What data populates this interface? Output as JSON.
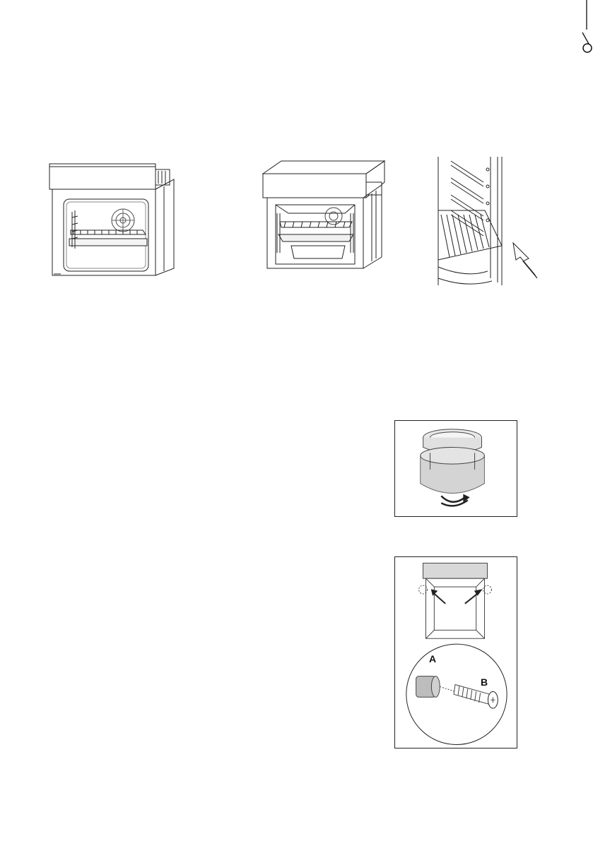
{
  "figures": {
    "oven_front": {
      "icon": "oven-front-illustration"
    },
    "oven_perspective": {
      "icon": "oven-perspective-illustration"
    },
    "rack_closeup": {
      "icon": "shelf-rack-closeup-illustration",
      "arrow": "insert-direction-arrow"
    },
    "lamp": {
      "icon": "oven-lamp-cover-illustration",
      "rotate": "rotate-arrow-icon"
    },
    "screw": {
      "icon": "cabinet-fixing-screw-illustration",
      "label_a": "A",
      "label_b": "B"
    }
  },
  "colors": {
    "line": "#222222",
    "grey": "#9a9a9a",
    "light_grey": "#d4d4d4",
    "paper": "#ffffff"
  }
}
